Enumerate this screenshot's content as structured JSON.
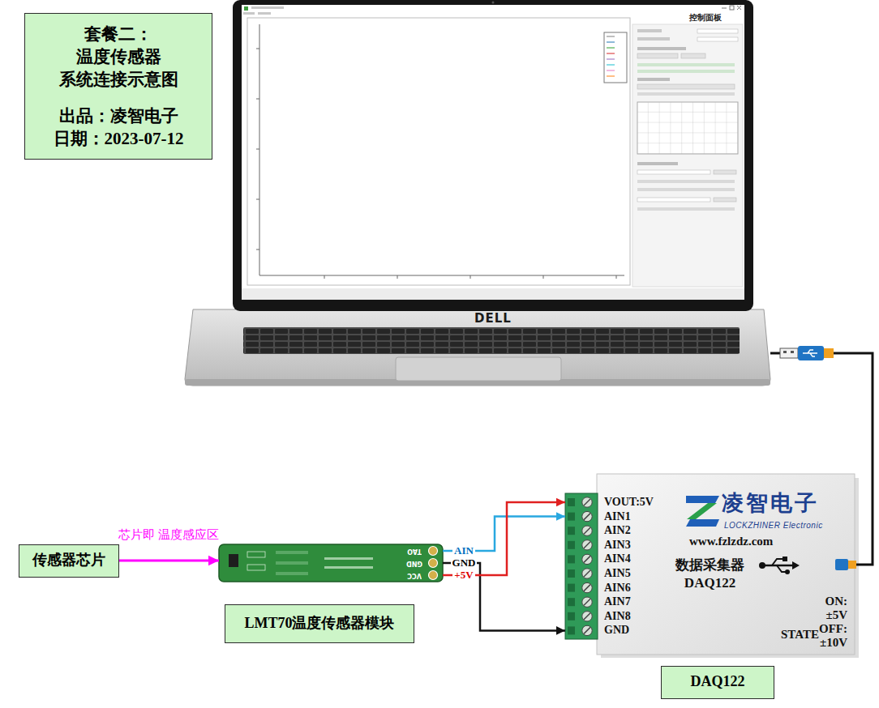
{
  "diagram": {
    "nodes": [
      {
        "text": [
          "套餐二：温度传感器 系统连接示意图",
          "出品：凌智电子",
          "日期：2023-07-12"
        ]
      },
      {
        "text": [
          "控制面板",
          "DELL"
        ]
      },
      {
        "text": [
          "传感器芯片"
        ]
      },
      {
        "text": [
          "TAO",
          "GND",
          "VCC"
        ]
      },
      {
        "text": [
          "LMT70温度传感器模块"
        ]
      },
      {
        "text": [
          "VOUT:5V",
          "AIN1",
          "AIN2",
          "AIN3",
          "AIN4",
          "AIN5",
          "AIN6",
          "AIN7",
          "AIN8",
          "GND",
          "凌智电子",
          "LOCKZHINER Electronic",
          "www.fzlzdz.com",
          "数据采集器 DAQ122",
          "ON:±5V OFF:±10V",
          "STATE"
        ]
      },
      {
        "text": [
          "DAQ122"
        ]
      }
    ],
    "edges": [
      {
        "from": 2,
        "to": 3,
        "arrow": "to",
        "label": "芯片即 温度感应区"
      },
      {
        "from": 3,
        "to": 5,
        "arrow": "to",
        "label": "AIN"
      },
      {
        "from": 3,
        "to": 5,
        "arrow": "to",
        "label": "GND"
      },
      {
        "from": 3,
        "to": 5,
        "arrow": "to",
        "label": "+5V"
      },
      {
        "from": 1,
        "to": 5,
        "arrow": "none"
      }
    ]
  }
}
